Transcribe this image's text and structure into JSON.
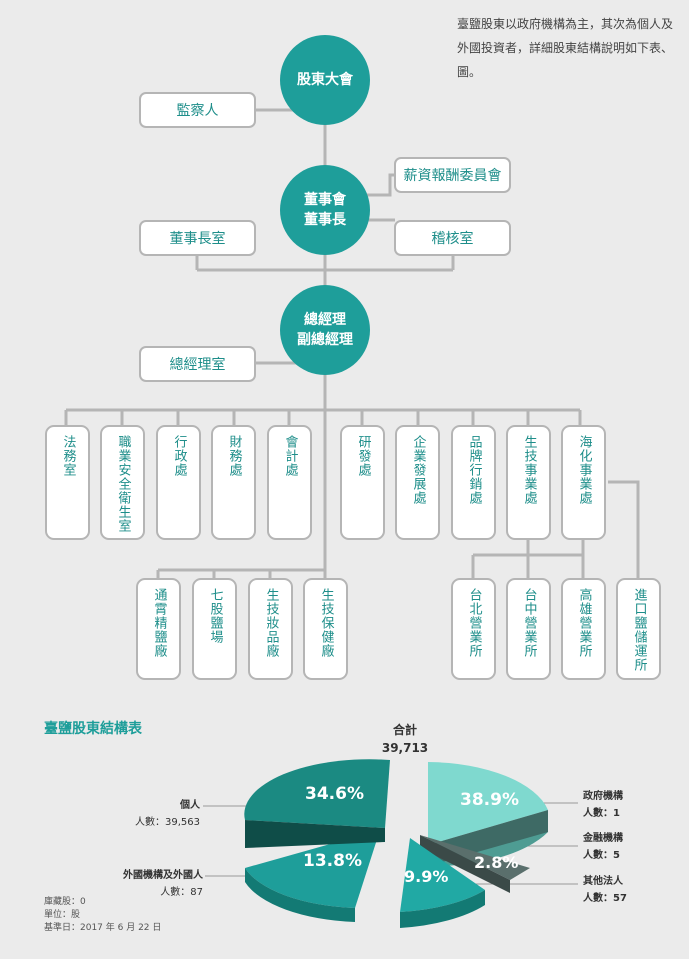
{
  "intro": "臺鹽股東以政府機構為主，其次為個人及外國投資者，詳細股東結構說明如下表、圖。",
  "org": {
    "shareholders_meeting": "股東大會",
    "supervisor": "監察人",
    "board_line1": "董事會",
    "board_line2": "董事長",
    "compensation_committee": "薪資報酬委員會",
    "chairman_office": "董事長室",
    "audit_office": "稽核室",
    "gm_line1": "總經理",
    "gm_line2": "副總經理",
    "gm_office": "總經理室",
    "departments": [
      "法務室",
      "職業安全衛生室",
      "行政處",
      "財務處",
      "會計處",
      "研發處",
      "企業發展處",
      "品牌行銷處",
      "生技事業處",
      "海化事業處"
    ],
    "factories": [
      "通霄精鹽廠",
      "七股鹽場",
      "生技妝品廠",
      "生技保健廠"
    ],
    "branches": [
      "台北營業所",
      "台中營業所",
      "高雄營業所",
      "進口鹽儲運所"
    ]
  },
  "chart_data": {
    "type": "pie",
    "title": "臺鹽股東結構表",
    "total_label": "合計",
    "total_value": "39,713",
    "slices": [
      {
        "name": "政府機構",
        "count_label": "人數：1",
        "percent": 38.9,
        "percent_label": "38.9%",
        "color": "#7fd9cf"
      },
      {
        "name": "金融機構",
        "count_label": "人數：5",
        "percent": 2.8,
        "percent_label": "2.8%",
        "color": "#5a6f6c"
      },
      {
        "name": "其他法人",
        "count_label": "人數：57",
        "percent": 9.9,
        "percent_label": "9.9%",
        "color": "#21a9a4"
      },
      {
        "name": "外國機構及外國人",
        "count_label": "人數：87",
        "percent": 13.8,
        "percent_label": "13.8%",
        "color": "#1e9e9a"
      },
      {
        "name": "個人",
        "count_label": "人數：39,563",
        "percent": 34.6,
        "percent_label": "34.6%",
        "color": "#1b8a82"
      }
    ],
    "notes": [
      "庫藏股：0",
      "單位：股",
      "基準日：2017 年 6 月 22 日"
    ]
  }
}
